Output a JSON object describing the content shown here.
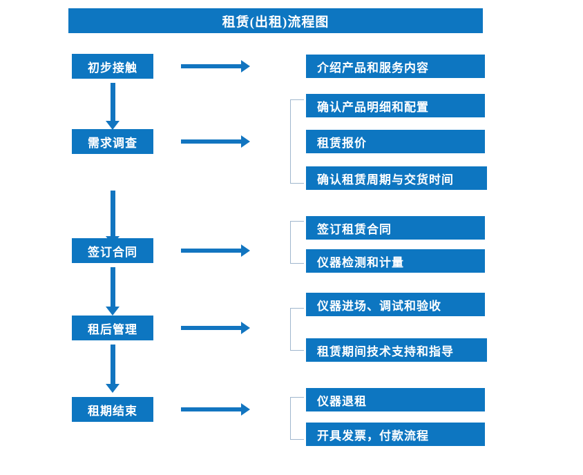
{
  "colors": {
    "box_blue": "#0d76c1",
    "arrow_blue": "#1275c0",
    "bracket_gray": "#9fb6cd",
    "text_white": "#ffffff",
    "background": "#ffffff"
  },
  "header": {
    "title": "租赁(出租)流程图"
  },
  "flow": {
    "stages": [
      {
        "label": "初步接触",
        "details": [
          "介绍产品和服务内容"
        ]
      },
      {
        "label": "需求调查",
        "details": [
          "确认产品明细和配置",
          "租赁报价",
          "确认租赁周期与交货时间"
        ]
      },
      {
        "label": "签订合同",
        "details": [
          "签订租赁合同",
          "仪器检测和计量"
        ]
      },
      {
        "label": "租后管理",
        "details": [
          "仪器进场、调试和验收",
          "租赁期间技术支持和指导"
        ]
      },
      {
        "label": "租期结束",
        "details": [
          "仪器退租",
          "开具发票，付款流程"
        ]
      }
    ]
  }
}
